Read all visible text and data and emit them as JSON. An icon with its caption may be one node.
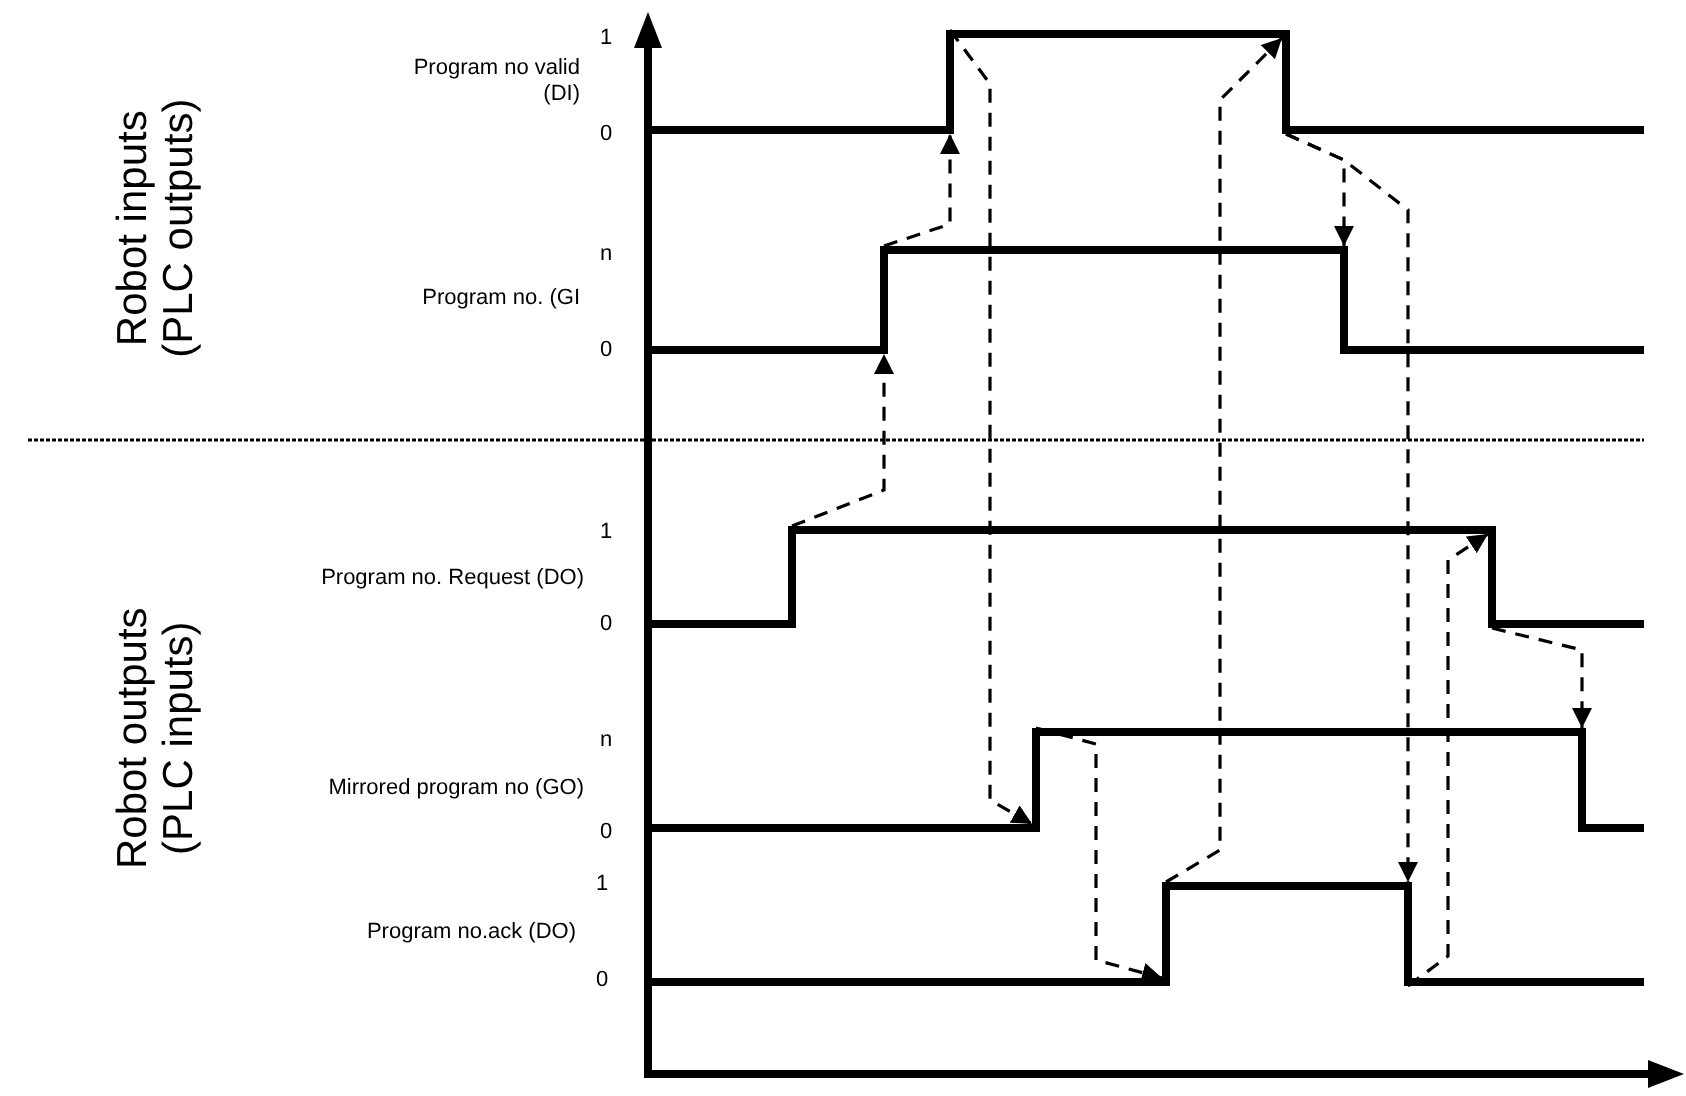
{
  "diagram": {
    "nodes": [
      {
        "text": [],
        "shape": "bar"
      },
      {
        "text": [],
        "shape": "bar"
      },
      {
        "text": [],
        "shape": "bar"
      },
      {
        "text": [],
        "shape": "bar"
      },
      {
        "text": [],
        "shape": "bar"
      },
      {
        "text": [],
        "shape": "bar"
      },
      {
        "text": [],
        "shape": "bar"
      },
      {
        "text": [],
        "shape": "bar"
      },
      {
        "text": [],
        "shape": "bar"
      },
      {
        "text": [],
        "shape": "bar"
      }
    ],
    "edges": [
      {
        "from": 4,
        "to": 2,
        "arrow": "to",
        "style": "dashed"
      },
      {
        "from": 2,
        "to": 0,
        "arrow": "to",
        "style": "dashed"
      },
      {
        "from": 0,
        "to": 6,
        "arrow": "to",
        "style": "dashed"
      },
      {
        "from": 6,
        "to": 8,
        "arrow": "to",
        "style": "dashed"
      },
      {
        "from": 8,
        "to": 1,
        "arrow": "to",
        "style": "dashed"
      },
      {
        "from": 1,
        "to": 3,
        "arrow": "to",
        "style": "dashed"
      },
      {
        "from": 1,
        "to": 9,
        "arrow": "to",
        "style": "dashed"
      },
      {
        "from": 9,
        "to": 5,
        "arrow": "to",
        "style": "dashed"
      },
      {
        "from": 5,
        "to": 7,
        "arrow": "to",
        "style": "dashed"
      }
    ],
    "labels": [
      "Robot inputs (PLC outputs)",
      "1",
      "Program no valid (DI)",
      "0",
      "n",
      "Program no. (GI",
      "0",
      "Robot outputs (PLC inputs)",
      "1",
      "Program no. Request (DO)",
      "0",
      "n",
      "Mirrored program no (GO)",
      "0",
      "1",
      "Program no.ack (DO)",
      "0"
    ]
  }
}
